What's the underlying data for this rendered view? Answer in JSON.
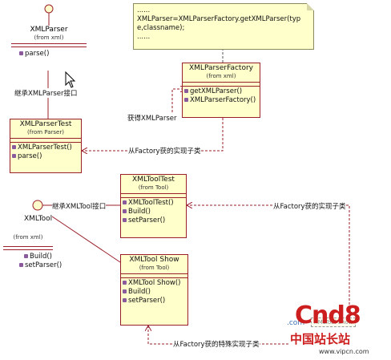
{
  "note": {
    "lines": [
      "......",
      "XMLParser=XMLParserFactory.getXMLParser(typ",
      "e,classname);",
      "......"
    ]
  },
  "classes": {
    "xml_parser": {
      "name": "XMLParser",
      "package": "(from xml)",
      "ops": [
        "parse()"
      ]
    },
    "xml_parser_factory": {
      "name": "XMLParserFactory",
      "package": "(from xml)",
      "ops": [
        "getXMLParser()",
        "XMLParserFactory()"
      ]
    },
    "xml_parser_test": {
      "name": "XMLParserTest",
      "package": "(from Parser)",
      "ops": [
        "XMLParserTest()",
        "parse()"
      ]
    },
    "xml_tool_test": {
      "name": "XMLToolTest",
      "package": "(from Tool)",
      "ops": [
        "XMLToolTest()",
        "Build()",
        "setParser()"
      ]
    },
    "xml_tool": {
      "name": "XMLTool",
      "package": "(from xml)",
      "ops": [
        "Build()",
        "setParser()"
      ]
    },
    "xml_tool_show": {
      "name": "XMLTool Show",
      "package": "(from Tool)",
      "ops": [
        "XMLTool Show()",
        "Build()",
        "setParser()"
      ]
    }
  },
  "labels": {
    "impl_xmlparser": "继承XMLParser接口",
    "get_xmlparser": "获得XMLParser",
    "from_factory_1": "从Factory获的实现子类",
    "impl_xmltool": "继承XMLTool接口",
    "from_factory_2": "从Factory获的实现子类",
    "from_factory_3": "从Factory获的特殊实现子类"
  },
  "watermark": {
    "brand": "Cnd8",
    "sub": "中国站长站",
    "com": ".com",
    "url": "www.vipcn.com",
    "mini": "XMLTool Show"
  },
  "colors": {
    "class_fill": "#ffffcc",
    "class_border": "#9a1f2a",
    "line": "#9a1f2a",
    "watermark": "#cc1e1e"
  }
}
